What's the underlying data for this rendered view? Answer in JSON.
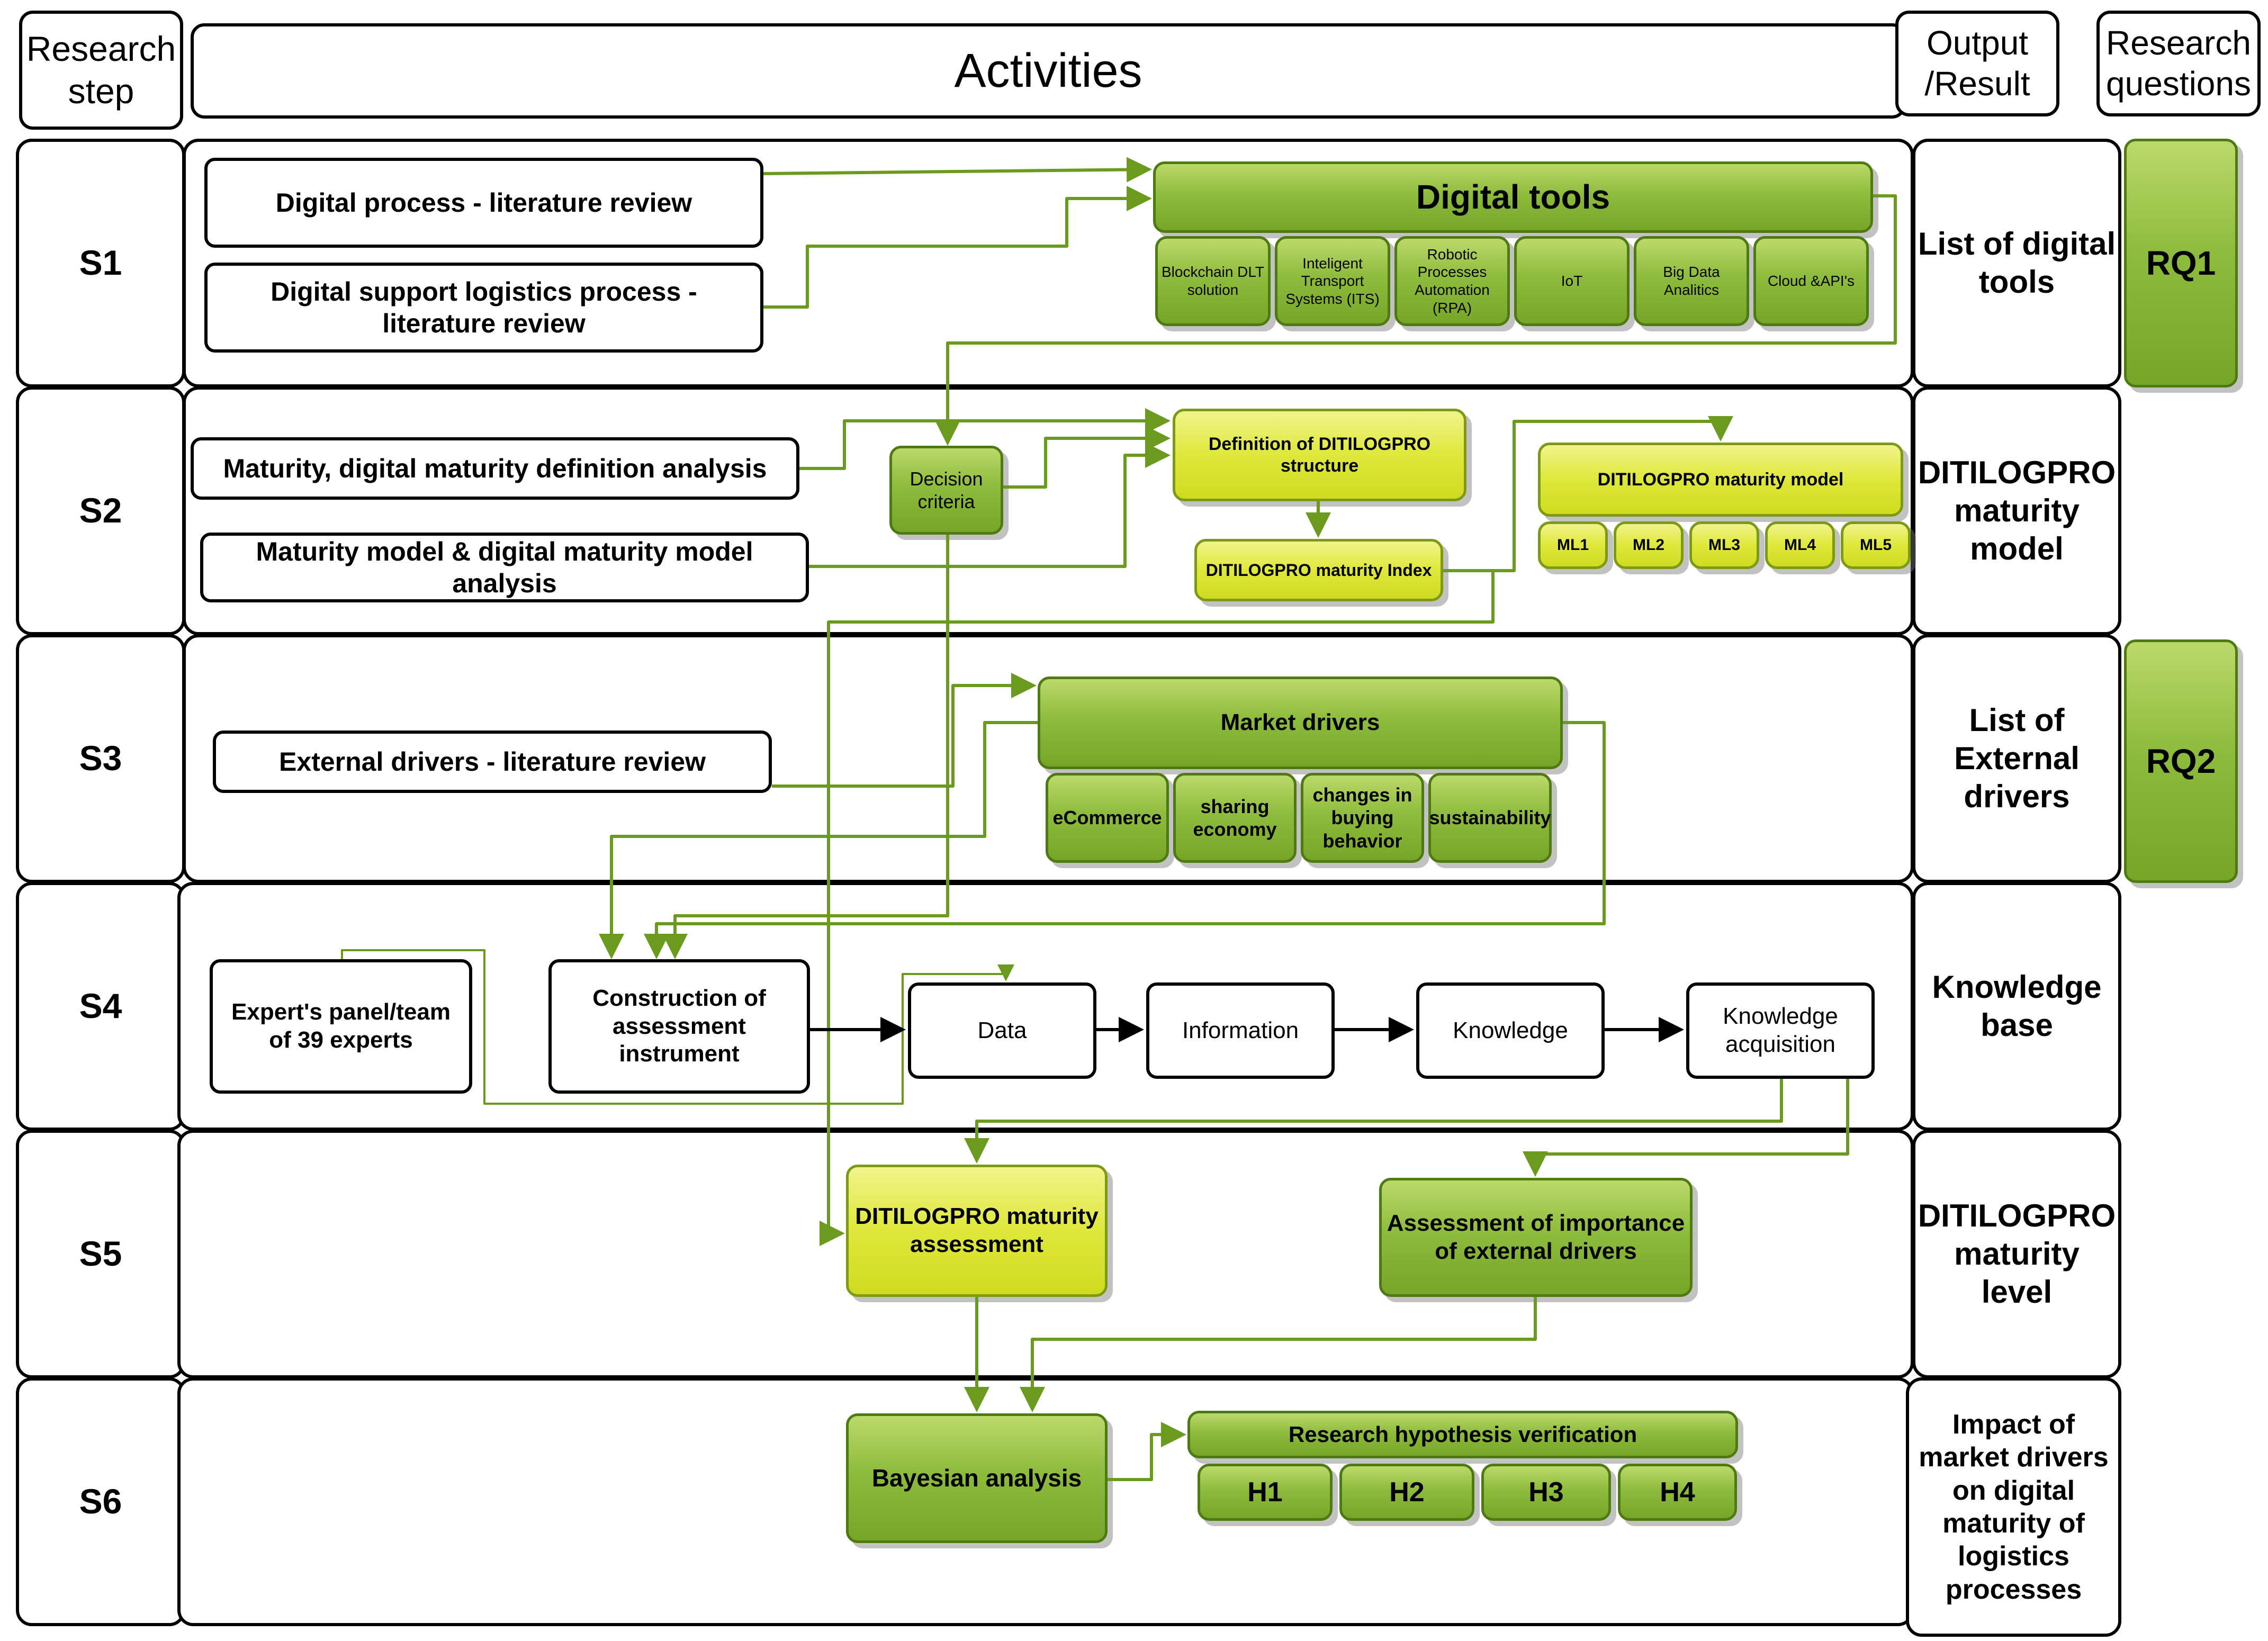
{
  "header": {
    "research_step": "Research step",
    "activities": "Activities",
    "output_result": "Output /Result",
    "research_questions": "Research questions"
  },
  "steps": [
    "S1",
    "S2",
    "S3",
    "S4",
    "S5",
    "S6"
  ],
  "outputs": [
    "List of digital tools",
    "DITILOGPRO maturity model",
    "List of External drivers",
    "Knowledge base",
    "DITILOGPRO maturity level",
    "Impact of market drivers on digital maturity of logistics processes"
  ],
  "research_questions": [
    "RQ1",
    "RQ2"
  ],
  "s1": {
    "lit_review_1": "Digital process - literature review",
    "lit_review_2": "Digital support logistics  process - literature review",
    "digital_tools": "Digital tools",
    "tools": [
      "Blockchain DLT solution",
      "Inteligent Transport Systems (ITS)",
      "Robotic Processes Automation (RPA)",
      "IoT",
      "Big Data Analitics",
      "Cloud &API's"
    ]
  },
  "s2": {
    "maturity_def": "Maturity, digital maturity definition analysis",
    "maturity_model_analysis": "Maturity model & digital maturity model analysis",
    "decision_criteria": "Decision criteria",
    "definition_structure": "Definition of DITILOGPRO structure",
    "maturity_index": "DITILOGPRO maturity Index",
    "maturity_model": "DITILOGPRO maturity model",
    "levels": [
      "ML1",
      "ML2",
      "ML3",
      "ML4",
      "ML5"
    ]
  },
  "s3": {
    "ext_drivers_review": "External drivers - literature review",
    "market_drivers": "Market drivers",
    "drivers": [
      "eCommerce",
      "sharing economy",
      "changes in buying behavior",
      "sustainability"
    ]
  },
  "s4": {
    "expert_panel": "Expert's panel/team of 39 experts",
    "construction": "Construction of assessment instrument",
    "chain": [
      "Data",
      "Information",
      "Knowledge",
      "Knowledge acquisition"
    ]
  },
  "s5": {
    "maturity_assessment": "DITILOGPRO maturity assessment",
    "importance_assessment": "Assessment of importance of external drivers"
  },
  "s6": {
    "bayesian": "Bayesian analysis",
    "hypothesis": "Research hypothesis verification",
    "hypotheses": [
      "H1",
      "H2",
      "H3",
      "H4"
    ]
  }
}
